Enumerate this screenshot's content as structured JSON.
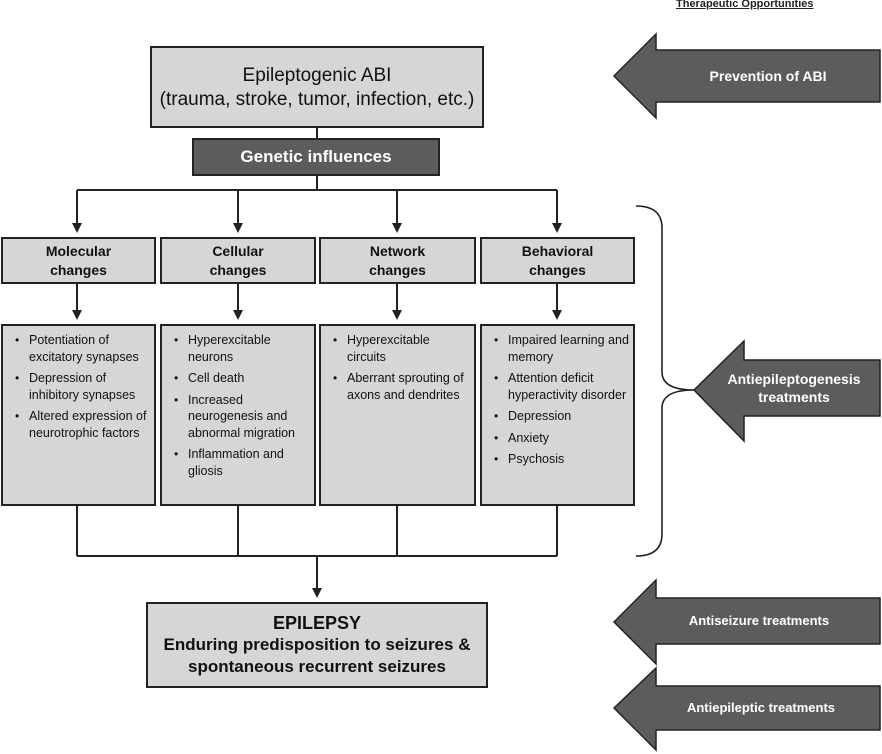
{
  "header": {
    "title": "Therapeutic Opportunities"
  },
  "top_box": {
    "line1": "Epileptogenic ABI",
    "line2": "(trauma, stroke, tumor, infection, etc.)"
  },
  "genetic_box": {
    "label": "Genetic influences"
  },
  "categories": [
    {
      "line1": "Molecular",
      "line2": "changes",
      "items": [
        "Potentiation of excitatory synapses",
        "Depression of inhibitory synapses",
        "Altered expression of neurotrophic factors"
      ]
    },
    {
      "line1": "Cellular",
      "line2": "changes",
      "items": [
        "Hyperexcitable neurons",
        "Cell death",
        "Increased neurogenesis and abnormal migration",
        "Inflammation and gliosis"
      ]
    },
    {
      "line1": "Network",
      "line2": "changes",
      "items": [
        "Hyperexcitable circuits",
        "Aberrant sprouting of axons and dendrites"
      ]
    },
    {
      "line1": "Behavioral",
      "line2": "changes",
      "items": [
        "Impaired learning and memory",
        "Attention deficit hyperactivity disorder",
        "Depression",
        "Anxiety",
        "Psychosis"
      ]
    }
  ],
  "epilepsy_box": {
    "title": "EPILEPSY",
    "line1": "Enduring predisposition to seizures &",
    "line2": "spontaneous recurrent seizures"
  },
  "therapies": [
    {
      "label": "Prevention of ABI"
    },
    {
      "label": "Antiepileptogenesis treatments"
    },
    {
      "label": "Antiseizure treatments"
    },
    {
      "label": "Antiepileptic treatments"
    }
  ],
  "colors": {
    "light_box": "#d6d6d6",
    "dark_box": "#5c5c5c",
    "arrow": "#5c5c5c",
    "line": "#222222"
  }
}
